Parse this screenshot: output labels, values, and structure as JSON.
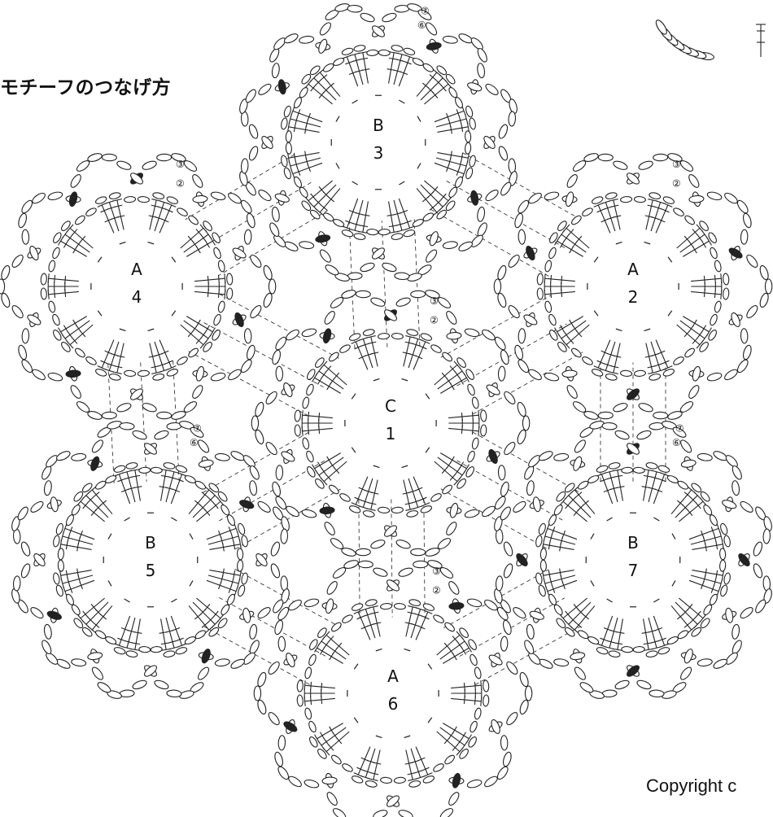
{
  "title": "モチーフのつなげ方",
  "copyright": "Copyright c",
  "motifs": [
    {
      "id": "c1",
      "type": "C",
      "number": "1",
      "petals": 10
    },
    {
      "id": "a2",
      "type": "A",
      "number": "2",
      "petals": 10
    },
    {
      "id": "b3",
      "type": "B",
      "number": "3",
      "petals": 12
    },
    {
      "id": "a4",
      "type": "A",
      "number": "4",
      "petals": 10
    },
    {
      "id": "b5",
      "type": "B",
      "number": "5",
      "petals": 12
    },
    {
      "id": "a6",
      "type": "A",
      "number": "6",
      "petals": 10
    },
    {
      "id": "b7",
      "type": "B",
      "number": "7",
      "petals": 12
    }
  ],
  "round_markers": {
    "r2": "②",
    "r3": "③",
    "r6": "⑥",
    "r7": "⑦"
  },
  "colors": {
    "line": "#222222",
    "join": "#222222",
    "background": "#ffffff"
  }
}
